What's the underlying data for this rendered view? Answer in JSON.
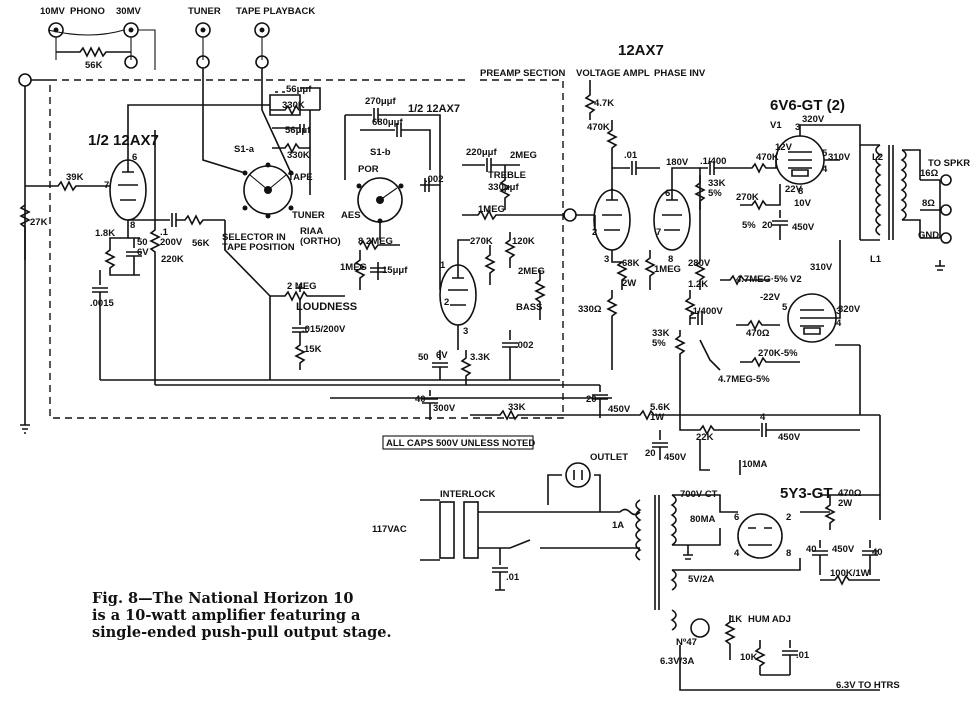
{
  "caption": {
    "line1": "Fig. 8—The National Horizon 10",
    "line2": "is a 10-watt amplifier featuring a",
    "line3": "single-ended push-pull output stage."
  },
  "inputs": {
    "mv10": "10MV",
    "phono": "PHONO",
    "mv30": "30MV",
    "tuner": "TUNER",
    "tape": "TAPE PLAYBACK"
  },
  "sections": {
    "preamp": "PREAMP SECTION",
    "caps_note": "ALL CAPS 500V UNLESS NOTED",
    "tube_12ax7": "12AX7",
    "half_12ax7_a": "1/2 12AX7",
    "half_12ax7_b": "1/2 12AX7",
    "voltage_ampl": "VOLTAGE AMPL",
    "phase_inv": "PHASE INV",
    "output_tubes": "6V6-GT (2)",
    "rectifier": "5Y3-GT",
    "v1": "V1",
    "v2": "V2"
  },
  "labels": {
    "r56k": "56K",
    "r39k": "39K",
    "r27k": "27K",
    "r18k": "1.8K",
    "c50_6v": "50\n6V",
    "c0015": ".0015",
    "r220k": "220K",
    "c1_200v": ".1\n200V",
    "r56k2": "56K",
    "c56uuf": "56μμf",
    "r330k": "330K",
    "c56uuf2": "56μμf",
    "r330k2": "330K",
    "tape": "TAPE",
    "tuner": "TUNER",
    "s1a": "S1-a",
    "selector": "SELECTOR IN\nTAPE POSITION",
    "riaa": "RIAA\n(ORTHO)",
    "aes": "AES",
    "c270": "270μμf",
    "c680": "680μμf",
    "s1b": "S1-b",
    "por": "POR",
    "c002": ".002",
    "r82meg": "8.2MEG",
    "r1meg": "1MEG",
    "c15uuf": "15μμf",
    "r2meg_loud": "2 MEG",
    "loudness": "LOUDNESS",
    "c015": ".015/200V",
    "r15k": "15K",
    "c220uuf": "220μμf",
    "r2meg_t": "2MEG",
    "treble": "TREBLE",
    "c330uuf": "330μμf",
    "r1meg2": "1MEG",
    "r270k": "270K",
    "r120k": "120K",
    "r2meg_b": "2MEG",
    "bass": "BASS",
    "c002b": ".002",
    "c50_6v_b": "50",
    "v6": "6V",
    "r33k": "3.3K",
    "c40": "40",
    "v300": "300V",
    "r33k_b": "33K",
    "r47k": "4.7K",
    "r470k": "470K",
    "c01": ".01",
    "r68k": "68K",
    "w2": "2W",
    "r330": "330Ω",
    "r1meg3": "1MEG",
    "v180": "180V",
    "c1_400": ".1/400",
    "r33k5": "33K\n5%",
    "r470k2": "470K",
    "v12": "12V",
    "v320": "320V",
    "r270k2": "270K",
    "v22": "22V",
    "v10": "10V",
    "r5pct": "5%",
    "c20_450": "20",
    "v450": "450V",
    "v280": "280V",
    "r47meg": "4.7MEG·5%",
    "r12k": "1.2K",
    "c1_400b": ".1/400V",
    "v22b": "-22V",
    "r470": "470Ω",
    "r270k5": "270K-5%",
    "r47meg2": "4.7MEG-5%",
    "r33k_c": "33K\n5%",
    "v310": "310V",
    "v310b": "310V",
    "v320b": "320V",
    "c20_450b": "20",
    "v450b": "450V",
    "r56k_1w": "5.6K\n1W",
    "r22k": "22K",
    "c4": "4",
    "v450c": "450V",
    "c20": "20",
    "v450d": "450V",
    "l2": "L2",
    "l1": "L1",
    "to_spkr": "TO SPKR",
    "o16": "16Ω",
    "o8": "8Ω",
    "gnd": "GND",
    "outlet": "OUTLET",
    "interlock": "INTERLOCK",
    "vac": "117VAC",
    "fuse": "1A",
    "c01b": ".01",
    "ct700": "700V CT",
    "ma80": "80MA",
    "ma10": "10MA",
    "v5_2a": "5V/2A",
    "r470_2w": "470Ω\n2W",
    "c40b": "40",
    "c40c": "40",
    "v450e": "450V",
    "r100k": "100K/1W",
    "r1k": "1K",
    "hum": "HUM ADJ",
    "r10k": "10K",
    "c01c": ".01",
    "n47": "Nº47",
    "v63": "6.3V/3A",
    "htrs": "6.3V TO HTRS",
    "p1": "1",
    "p2": "2",
    "p3": "3",
    "p4": "4",
    "p5": "5",
    "p6": "6",
    "p7": "7",
    "p8": "8"
  }
}
